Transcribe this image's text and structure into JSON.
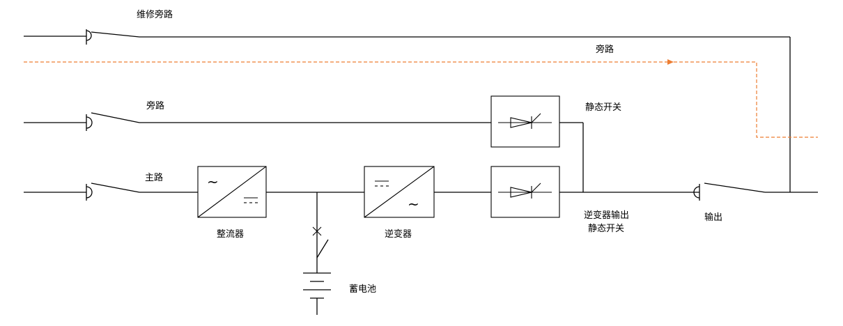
{
  "labels": {
    "maintenance_bypass": "维修旁路",
    "bypass_flow": "旁路",
    "bypass_input": "旁路",
    "static_switch": "静态开关",
    "main_input": "主路",
    "rectifier": "整流器",
    "inverter": "逆变器",
    "inverter_output_static_switch_line1": "逆变器输出",
    "inverter_output_static_switch_line2": "静态开关",
    "output": "输出",
    "battery": "蓄电池"
  },
  "symbols": {
    "rectifier_input": "~",
    "rectifier_output": "DC",
    "inverter_input": "DC",
    "inverter_output": "~"
  },
  "colors": {
    "line": "#000000",
    "bypass_flow_arrow": "#ED7D31",
    "background": "#FFFFFF"
  }
}
